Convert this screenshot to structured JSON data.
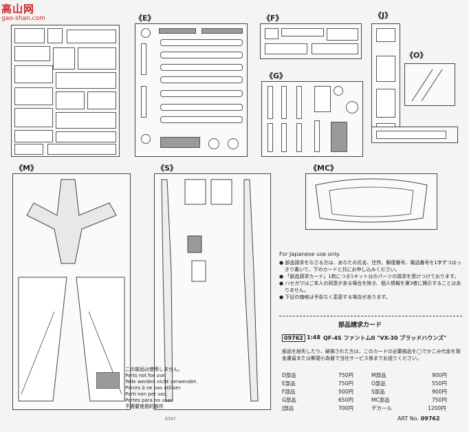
{
  "header": {
    "brand": "高山网",
    "url": "gao-shan.com"
  },
  "sheets": {
    "E": "《E》",
    "F": "《F》",
    "J": "《J》",
    "O": "《O》",
    "G": "《G》",
    "M": "《M》",
    "S": "《S》",
    "MC": "《MC》"
  },
  "note": {
    "title": "For Japanese use only.",
    "items": [
      "● 部品請求をなさる方は、あなたの氏名、住所、郵便番号、電話番号を1字ずつはっきり書いて、下のカードと共にお申し込みください。",
      "● 「部品請求カード」1枚につき1キット分のパーツの請求を受けつけております。",
      "● ハセガワはご本人の同意がある場合を除き、個人情報を第3者に開示することはありません。",
      "● 下記の価格は予告なく変更する場合があります。"
    ]
  },
  "card": {
    "title": "部品請求カード",
    "sku": "09762",
    "scale": "1:48",
    "product": "QF-4S ファントムII \"VX-30 ブラッドハウンズ\"",
    "instruction": "部品を紛失したり、破損された方は、このカードの必要部品を◯でかこみ代金を現金書留または郵便小為替で当社サービス係までお送りください。",
    "prices_left": [
      {
        "label": "D部品",
        "price": "750円"
      },
      {
        "label": "E部品",
        "price": "750円"
      },
      {
        "label": "F部品",
        "price": "500円"
      },
      {
        "label": "G部品",
        "price": "650円"
      },
      {
        "label": "J部品",
        "price": "700円"
      }
    ],
    "prices_right": [
      {
        "label": "M部品",
        "price": "900円"
      },
      {
        "label": "O部品",
        "price": "550円"
      },
      {
        "label": "S部品",
        "price": "900円"
      },
      {
        "label": "MC部品",
        "price": "750円"
      },
      {
        "label": "デカール",
        "price": "1200円"
      }
    ],
    "art_label": "ART No.",
    "art_no": "09762",
    "code": "0707"
  },
  "legend": {
    "lines": [
      "この部品は使用しません。",
      "Parts not for use.",
      "Teile werden nicht verwendet.",
      "Pièces à ne pas utiliser.",
      "Parti non per uso.",
      "Partes para no usar.",
      "不需要使用的部件"
    ]
  }
}
